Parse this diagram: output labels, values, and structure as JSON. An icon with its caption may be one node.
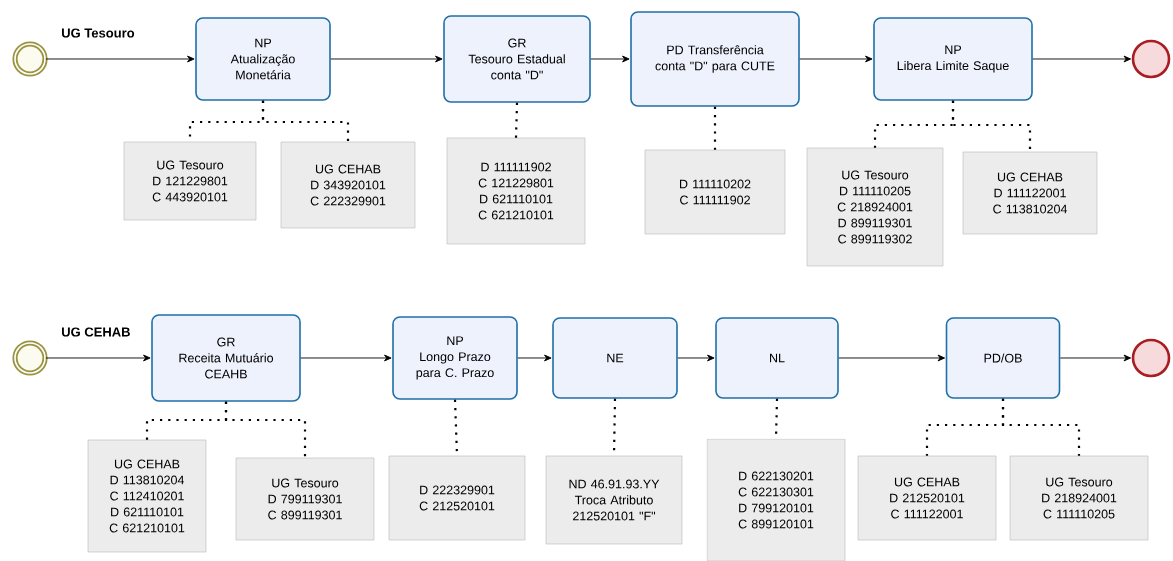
{
  "diagram": {
    "nodes": [
      {
        "text": [],
        "shape": "circle",
        "beside": [
          "UG Tesouro"
        ]
      },
      {
        "text": [
          "NP",
          "Atualização Monetária"
        ]
      },
      {
        "text": [
          "GR",
          "Tesouro Estadual conta \"D\""
        ]
      },
      {
        "text": [
          "PD Transferência conta \"D\" para CUTE"
        ]
      },
      {
        "text": [
          "NP",
          "Libera Limite Saque"
        ]
      },
      {
        "text": [],
        "shape": "circle"
      },
      {
        "text": [
          "UG Tesouro",
          "D 121229801",
          "C 443920101"
        ]
      },
      {
        "text": [
          "UG CEHAB",
          "D 343920101",
          "C 222329901"
        ]
      },
      {
        "text": [
          "D 111111902",
          "C 121229801",
          "D 621110101",
          "C 621210101"
        ]
      },
      {
        "text": [
          "D 111110202",
          "C 111111902"
        ]
      },
      {
        "text": [
          "UG Tesouro",
          "D 111110205",
          "C 218924001",
          "D 899119301",
          "C 899119302"
        ]
      },
      {
        "text": [
          "UG CEHAB",
          "D 111122001",
          "C 113810204"
        ]
      },
      {
        "text": [],
        "shape": "circle",
        "beside": [
          "UG CEHAB"
        ]
      },
      {
        "text": [
          "GR",
          "Receita Mutuário CEAHB"
        ]
      },
      {
        "text": [
          "NP",
          "Longo Prazo para C. Prazo"
        ]
      },
      {
        "text": [
          "NE"
        ]
      },
      {
        "text": [
          "NL"
        ]
      },
      {
        "text": [
          "PD/OB"
        ]
      },
      {
        "text": [],
        "shape": "circle"
      },
      {
        "text": [
          "UG CEHAB",
          "D 113810204",
          "C 112410201",
          "D 621110101",
          "C 621210101"
        ]
      },
      {
        "text": [
          "UG Tesouro",
          "D 799119301",
          "C 899119301"
        ]
      },
      {
        "text": [
          "D 222329901",
          "C 212520101"
        ]
      },
      {
        "text": [
          "ND 46.91.93.YY",
          "Troca Atributo",
          "212520101 \"F\""
        ]
      },
      {
        "text": [
          "D 622130201",
          "C 622130301",
          "D 799120101",
          "C 899120101"
        ]
      },
      {
        "text": [
          "UG CEHAB",
          "D 212520101",
          "C 111122001"
        ]
      },
      {
        "text": [
          "UG Tesouro",
          "D 218924001",
          "C 111110205"
        ]
      }
    ],
    "edges": [
      {
        "from": 0,
        "to": 1,
        "arrow": "to"
      },
      {
        "from": 1,
        "to": 2,
        "arrow": "to"
      },
      {
        "from": 2,
        "to": 3,
        "arrow": "to"
      },
      {
        "from": 3,
        "to": 4,
        "arrow": "to"
      },
      {
        "from": 4,
        "to": 5,
        "arrow": "to"
      },
      {
        "from": 1,
        "to": 6,
        "arrow": "none",
        "style": "dashed"
      },
      {
        "from": 1,
        "to": 7,
        "arrow": "none",
        "style": "dashed"
      },
      {
        "from": 2,
        "to": 8,
        "arrow": "none",
        "style": "dashed"
      },
      {
        "from": 3,
        "to": 9,
        "arrow": "none",
        "style": "dashed"
      },
      {
        "from": 4,
        "to": 10,
        "arrow": "none",
        "style": "dashed"
      },
      {
        "from": 4,
        "to": 11,
        "arrow": "none",
        "style": "dashed"
      },
      {
        "from": 12,
        "to": 13,
        "arrow": "to"
      },
      {
        "from": 13,
        "to": 14,
        "arrow": "to"
      },
      {
        "from": 14,
        "to": 15,
        "arrow": "to"
      },
      {
        "from": 15,
        "to": 16,
        "arrow": "to"
      },
      {
        "from": 16,
        "to": 17,
        "arrow": "to"
      },
      {
        "from": 17,
        "to": 18,
        "arrow": "to"
      },
      {
        "from": 13,
        "to": 19,
        "arrow": "none",
        "style": "dashed"
      },
      {
        "from": 13,
        "to": 20,
        "arrow": "none",
        "style": "dashed"
      },
      {
        "from": 14,
        "to": 21,
        "arrow": "none",
        "style": "dashed"
      },
      {
        "from": 15,
        "to": 22,
        "arrow": "none",
        "style": "dashed"
      },
      {
        "from": 16,
        "to": 23,
        "arrow": "none",
        "style": "dashed"
      },
      {
        "from": 17,
        "to": 24,
        "arrow": "none",
        "style": "dashed"
      },
      {
        "from": 17,
        "to": 25,
        "arrow": "none",
        "style": "dashed"
      }
    ]
  }
}
